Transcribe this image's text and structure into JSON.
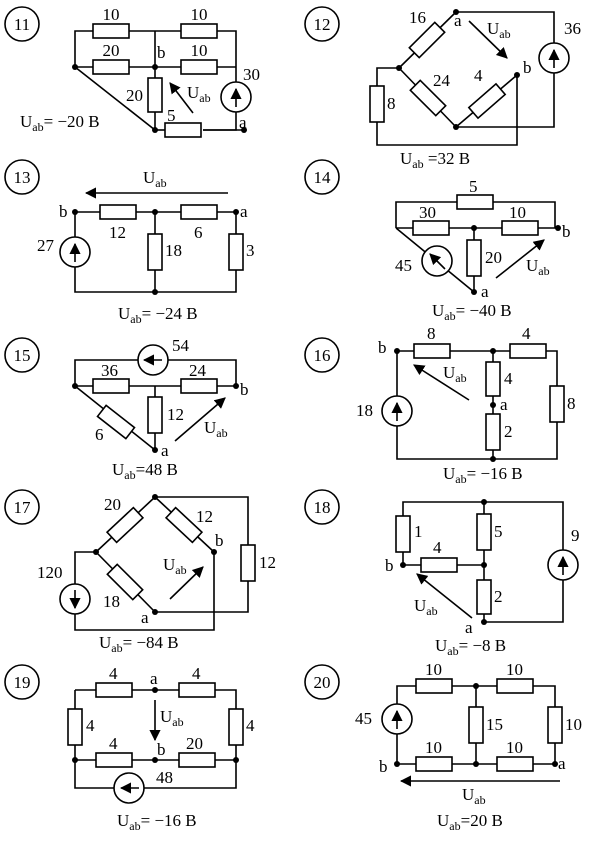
{
  "problems": [
    {
      "number": "11",
      "caption": "= −20 B",
      "resistors": [
        "10",
        "10",
        "20",
        "10",
        "20",
        "5"
      ],
      "source": "30",
      "node_a": "a",
      "node_b": "b",
      "voltage_label": "U",
      "voltage_sub": "ab"
    },
    {
      "number": "12",
      "caption": " =32  B",
      "resistors": [
        "16",
        "8",
        "24",
        "4"
      ],
      "source": "36",
      "node_a": "a",
      "node_b": "b",
      "voltage_label": "U",
      "voltage_sub": "ab"
    },
    {
      "number": "13",
      "caption": "= −24 B",
      "resistors": [
        "12",
        "6",
        "18",
        "3"
      ],
      "source": "27",
      "node_a": "a",
      "node_b": "b",
      "voltage_label": "U",
      "voltage_sub": "ab"
    },
    {
      "number": "14",
      "caption": "= −40 B",
      "resistors": [
        "5",
        "30",
        "10",
        "20"
      ],
      "source": "45",
      "node_a": "a",
      "node_b": "b",
      "voltage_label": "U",
      "voltage_sub": "ab"
    },
    {
      "number": "15",
      "caption": "=48 B",
      "resistors": [
        "36",
        "24",
        "12",
        "6"
      ],
      "source": "54",
      "node_a": "a",
      "node_b": "b",
      "voltage_label": "U",
      "voltage_sub": "ab"
    },
    {
      "number": "16",
      "caption": "= −16 B",
      "resistors": [
        "8",
        "4",
        "4",
        "8",
        "2"
      ],
      "source": "18",
      "node_a": "a",
      "node_b": "b",
      "voltage_label": "U",
      "voltage_sub": "ab"
    },
    {
      "number": "17",
      "caption": "= −84 B",
      "resistors": [
        "20",
        "12",
        "18",
        "12"
      ],
      "source": "120",
      "node_a": "a",
      "node_b": "b",
      "voltage_label": "U",
      "voltage_sub": "ab"
    },
    {
      "number": "18",
      "caption": "= −8 B",
      "resistors": [
        "1",
        "5",
        "4",
        "2"
      ],
      "source": "9",
      "node_a": "a",
      "node_b": "b",
      "voltage_label": "U",
      "voltage_sub": "ab"
    },
    {
      "number": "19",
      "caption": "= −16 B",
      "resistors": [
        "4",
        "4",
        "4",
        "4",
        "4",
        "20"
      ],
      "source": "48",
      "node_a": "a",
      "node_b": "b",
      "voltage_label": "U",
      "voltage_sub": "ab"
    },
    {
      "number": "20",
      "caption": "=20 B",
      "resistors": [
        "10",
        "10",
        "15",
        "10",
        "10",
        "10"
      ],
      "source": "45",
      "node_a": "a",
      "node_b": "b",
      "voltage_label": "U",
      "voltage_sub": "ab"
    }
  ]
}
